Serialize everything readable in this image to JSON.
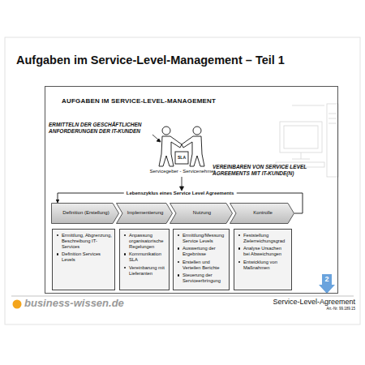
{
  "diagram": {
    "title": "Aufgaben im Service-Level-Management – Teil 1",
    "nodes": [
      {
        "text": [
          "AUFGABEN IM SERVICE-LEVEL-MANAGEMENT"
        ]
      },
      {
        "text": [
          "Definition (Erstellung)"
        ],
        "in": 0
      },
      {
        "text": [
          "Implementierung"
        ],
        "in": 0
      },
      {
        "text": [
          "Nutzung"
        ],
        "in": 0
      },
      {
        "text": [
          "Kontrolle"
        ],
        "in": 0
      },
      {
        "text": [
          "Ermittlung, Abgrenzung, Beschreibung IT-Services",
          "Definition Services Levels"
        ],
        "in": 0
      },
      {
        "text": [
          "Anpassung organisatorische Regelungen",
          "Kommunikation SLA",
          "Vereinbarung mit Lieferanten"
        ],
        "in": 0
      },
      {
        "text": [
          "Ermittlung/Messung Service Levels",
          "Auswertung der Ergebnisse",
          "Erstellen und Verteilen Berichte",
          "Steuerung der Serviceerbringung"
        ],
        "in": 0
      },
      {
        "text": [
          "Feststellung Zielerreichungsgrad",
          "Analyse Ursachen bei Abweichungen",
          "Entwicklung von Maßnahmen"
        ],
        "in": 0
      }
    ],
    "edges": [
      {
        "from": 4,
        "to": 1,
        "arrow": "to",
        "label": "Lebenszyklus eines Service Level Agreements"
      }
    ],
    "labels": [
      "ERMITTELN DER GESCHÄFTLICHEN ANFORDERUNGEN DER IT-KUNDEN",
      "SLA",
      "Servicegeber - Servicenehmer",
      "VEREINBAREN VON SERVICE LEVEL AGREEMENTS MIT IT-KUNDE(N)",
      "business-wissen.de",
      "2",
      "Service-Level-Agreement",
      "Art.-Nr. 99.189.15"
    ]
  }
}
